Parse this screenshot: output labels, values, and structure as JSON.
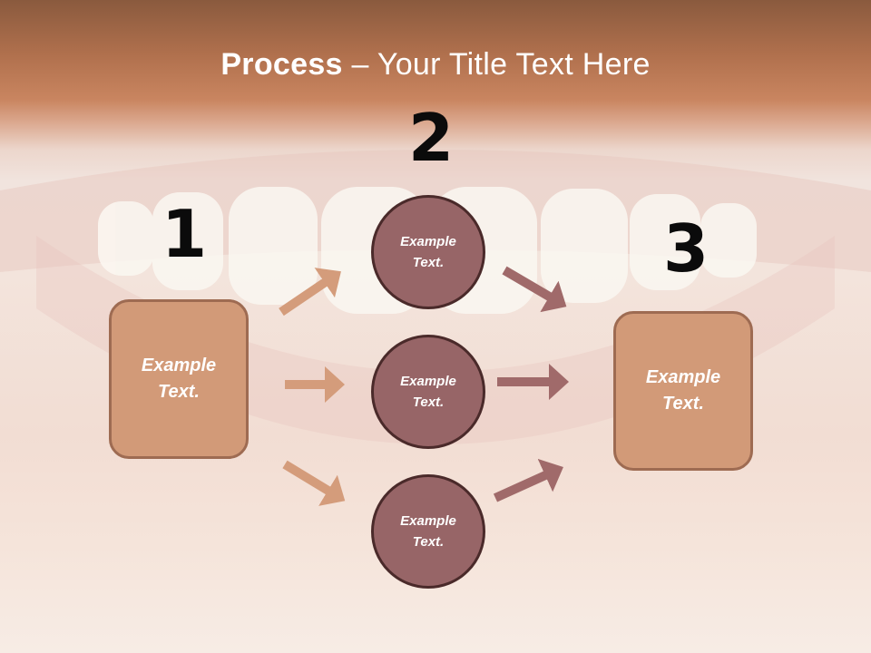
{
  "title": {
    "bold": "Process",
    "rest": " – Your Title Text Here"
  },
  "steps": {
    "one": "1",
    "two": "2",
    "three": "3"
  },
  "left_box": {
    "text": "Example\nText."
  },
  "circles": [
    {
      "text": "Example\nText."
    },
    {
      "text": "Example\nText."
    },
    {
      "text": "Example\nText."
    }
  ],
  "right_box": {
    "text": "Example\nText."
  },
  "colors": {
    "box_fill": "#d29a78",
    "circle_fill": "#976567",
    "left_arrows": "#d49c7b",
    "right_arrows": "#a06a6a",
    "title_band": "#c98560"
  }
}
